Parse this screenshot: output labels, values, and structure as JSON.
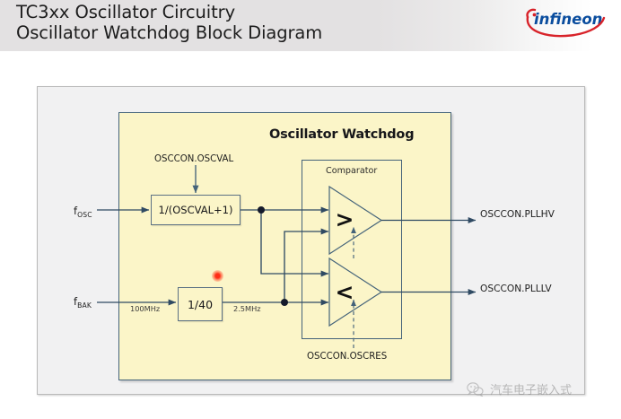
{
  "header": {
    "title_line1": "TC3xx Oscillator Circuitry",
    "title_line2": "Oscillator Watchdog Block Diagram",
    "logo_name": "infineon",
    "logo_text": "infineon"
  },
  "diagram": {
    "watchdog_title": "Oscillator Watchdog",
    "comparator_label": "Comparator",
    "blocks": {
      "divider_oscval": "1/(OSCVAL+1)",
      "divider_40": "1/40",
      "comparator_gt": ">",
      "comparator_lt": "<"
    },
    "inputs": {
      "fosc_base": "f",
      "fosc_sub": "OSC",
      "fbak_base": "f",
      "fbak_sub": "BAK"
    },
    "control_signals": {
      "oscval": "OSCCON.OSCVAL",
      "oscres": "OSCCON.OSCRES"
    },
    "outputs": {
      "pllhv": "OSCCON.PLLHV",
      "plllv": "OSCCON.PLLLV"
    },
    "annotations": {
      "freq_in": "100MHz",
      "freq_out": "2.5MHz"
    }
  },
  "watermark": {
    "icon": "wechat-icon",
    "text": "汽车电子嵌入式"
  },
  "colors": {
    "header_gray": "#e3e1e2",
    "panel_gray": "#f1f1f2",
    "watchdog_yellow": "#fbf5c8",
    "wire_blue": "#2f4a63",
    "border_blue": "#44637a",
    "logo_blue": "#0a4d9e",
    "logo_red": "#d8232a",
    "cursor_red": "#ff2d16"
  }
}
